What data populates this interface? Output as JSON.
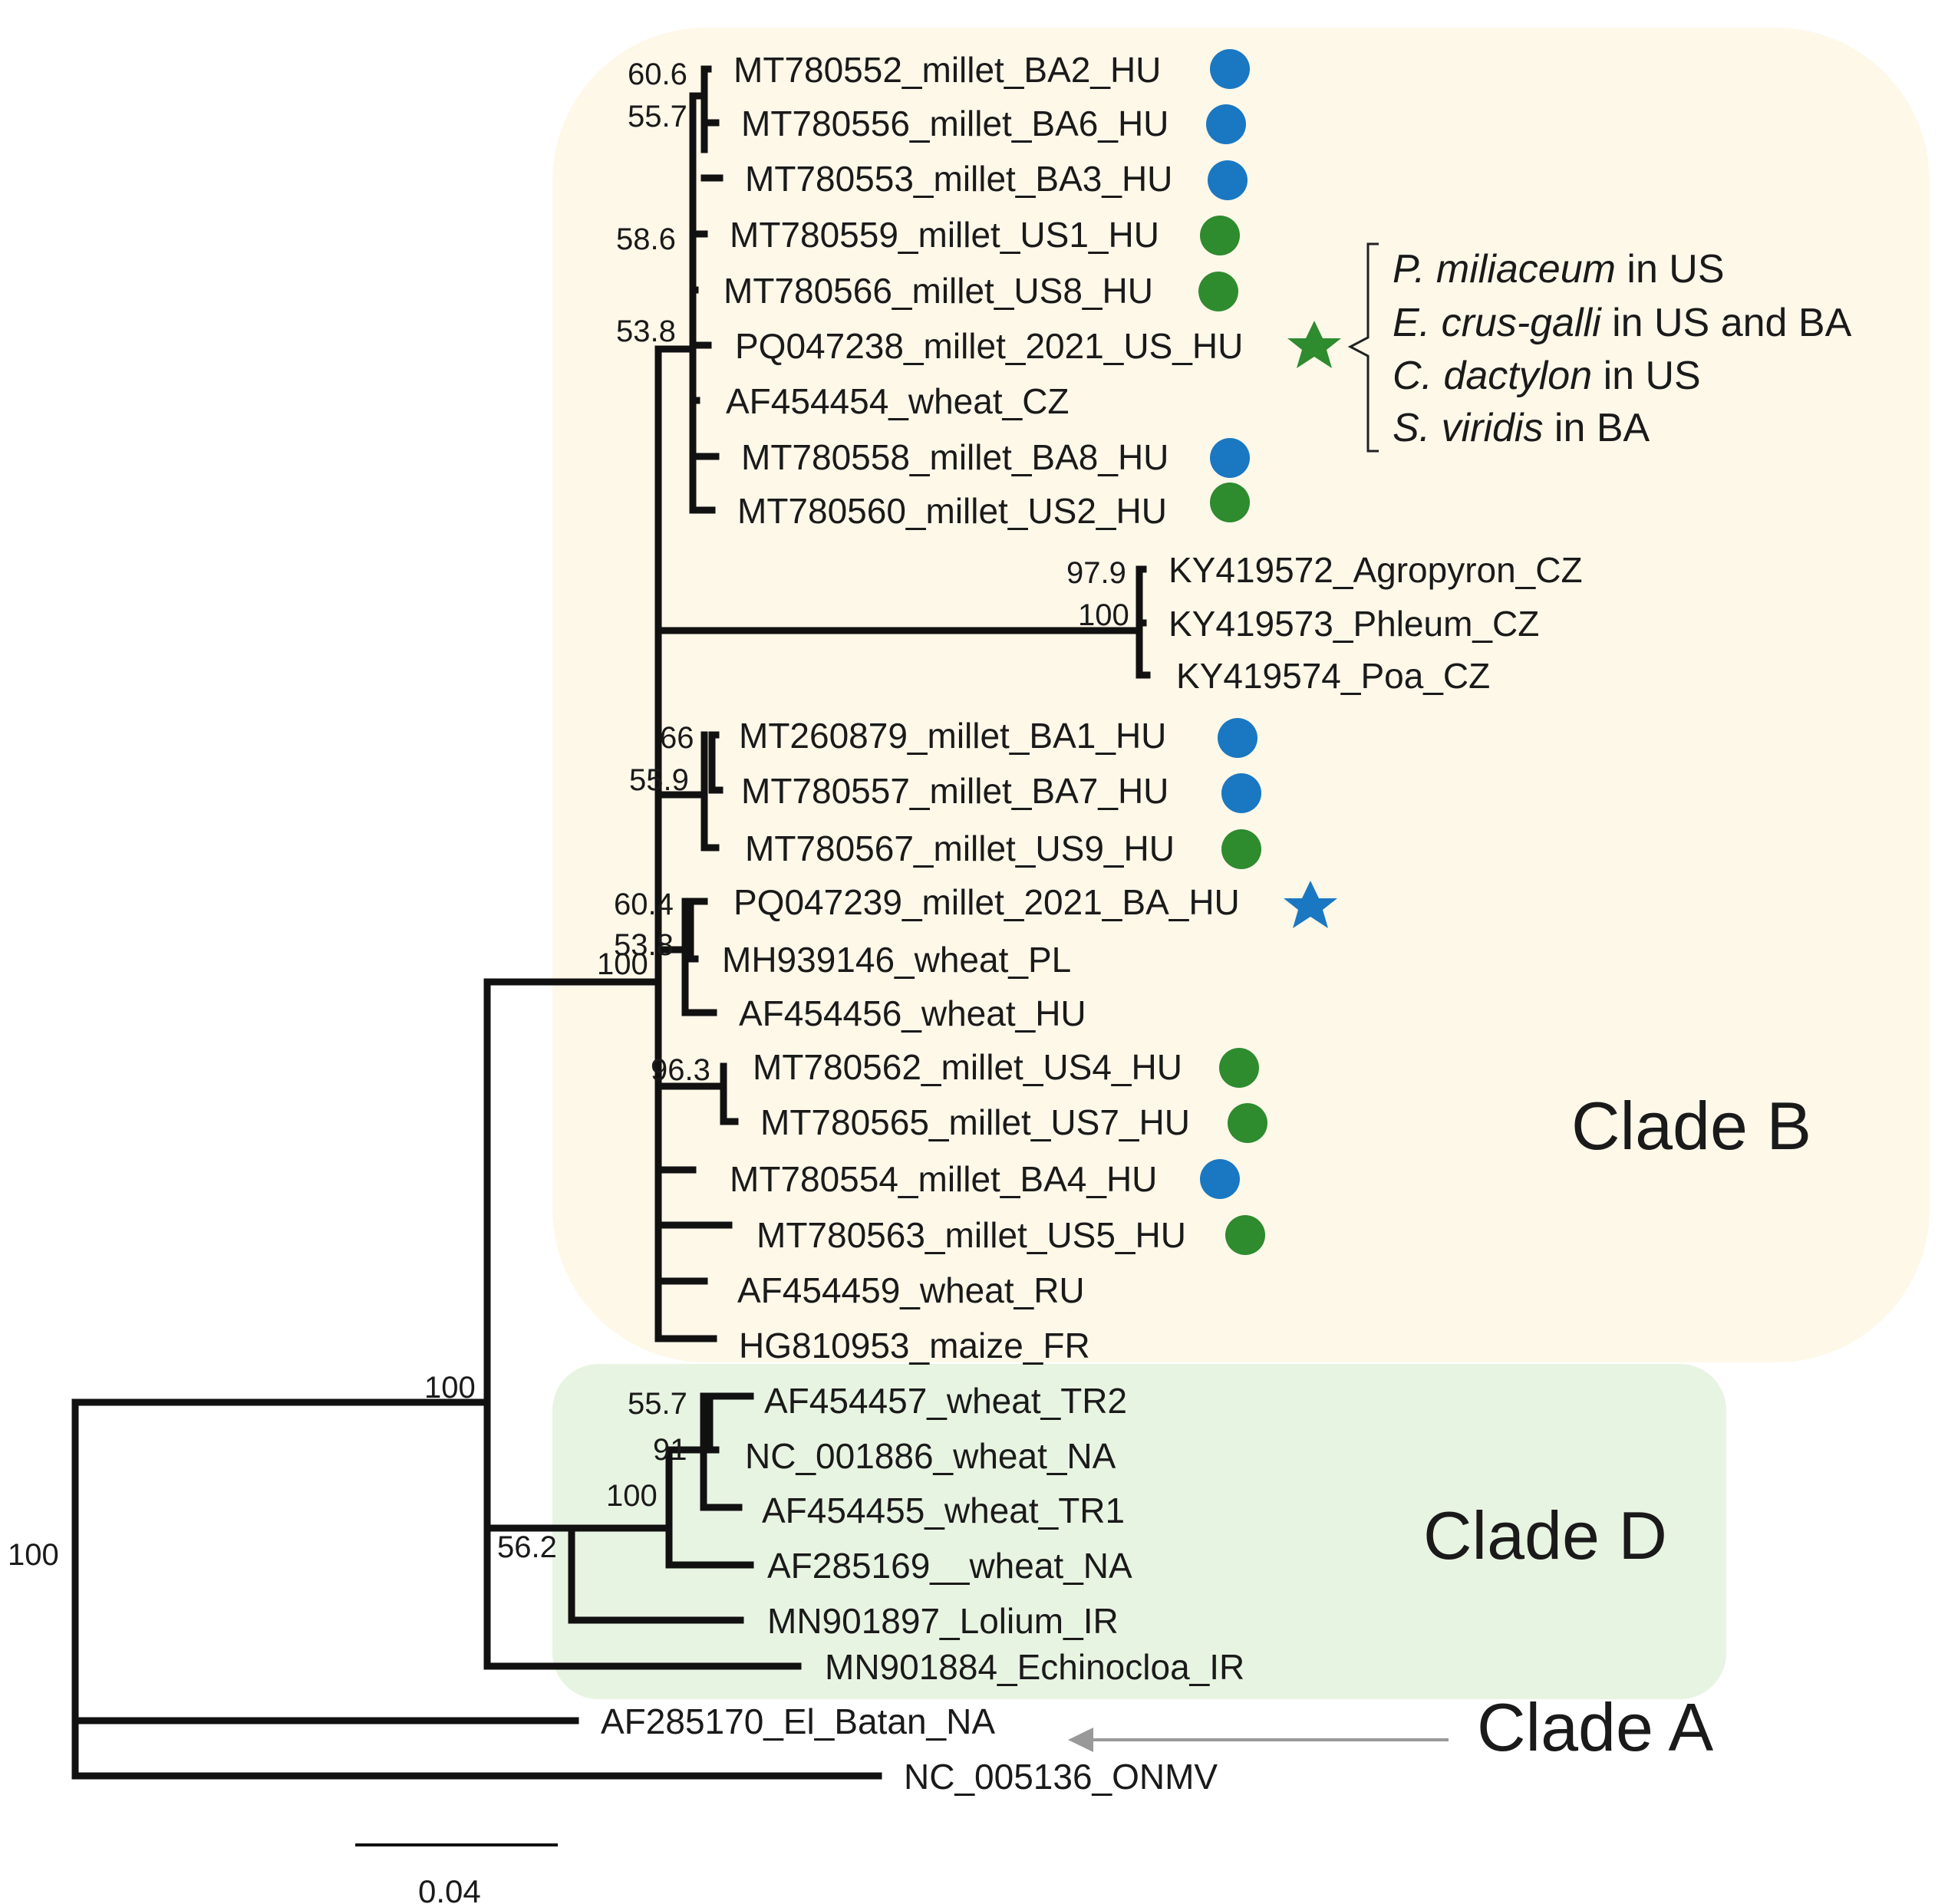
{
  "clades": {
    "clade_b": "Clade B",
    "clade_d": "Clade D",
    "clade_a": "Clade A"
  },
  "colors": {
    "clade_b_bg": "#fef8e9",
    "clade_d_bg": "#e8f4e2",
    "blue_marker": "#1a78c2",
    "green_marker": "#2e8b2e",
    "arrow": "#999999"
  },
  "tips": {
    "t01": "MT780552_millet_BA2_HU",
    "t02": "MT780556_millet_BA6_HU",
    "t03": "MT780553_millet_BA3_HU",
    "t04": "MT780559_millet_US1_HU",
    "t05": "MT780566_millet_US8_HU",
    "t06": "PQ047238_millet_2021_US_HU",
    "t07": "AF454454_wheat_CZ",
    "t08": "MT780558_millet_BA8_HU",
    "t09": "MT780560_millet_US2_HU",
    "t10": "KY419572_Agropyron_CZ",
    "t11": "KY419573_Phleum_CZ",
    "t12": "KY419574_Poa_CZ",
    "t13": "MT260879_millet_BA1_HU",
    "t14": "MT780557_millet_BA7_HU",
    "t15": "MT780567_millet_US9_HU",
    "t16": "PQ047239_millet_2021_BA_HU",
    "t17": "MH939146_wheat_PL",
    "t18": "AF454456_wheat_HU",
    "t19": "MT780562_millet_US4_HU",
    "t20": "MT780565_millet_US7_HU",
    "t21": "MT780554_millet_BA4_HU",
    "t22": "MT780563_millet_US5_HU",
    "t23": "AF454459_wheat_RU",
    "t24": "HG810953_maize_FR",
    "t25": "AF454457_wheat_TR2",
    "t26": "NC_001886_wheat_NA",
    "t27": "AF454455_wheat_TR1",
    "t28": "AF285169__wheat_NA",
    "t29": "MN901897_Lolium_IR",
    "t30": "MN901884_Echinocloa_IR",
    "t31": "AF285170_El_Batan_NA",
    "t32": "NC_005136_ONMV"
  },
  "support": {
    "s01": "60.6",
    "s02": "55.7",
    "s03": "58.6",
    "s04": "53.8",
    "s05": "97.9",
    "s06": "100",
    "s07": "66",
    "s08": "55.9",
    "s09": "60.4",
    "s10": "53.8",
    "s11": "100",
    "s12": "96.3",
    "s13": "100",
    "s14": "55.7",
    "s15": "91",
    "s16": "100",
    "s17": "56.2",
    "s18": "100"
  },
  "annotation": {
    "line1_species": "P. miliaceum",
    "line1_rest": " in US",
    "line2_species": "E. crus-galli",
    "line2_rest": " in US and BA",
    "line3_species": "C. dactylon",
    "line3_rest": " in US",
    "line4_species": "S. viridis",
    "line4_rest": " in BA"
  },
  "scale_bar": {
    "label": "0.04"
  },
  "markers": {
    "blue": [
      "t01",
      "t02",
      "t03",
      "t08",
      "t13",
      "t14",
      "t21"
    ],
    "green": [
      "t04",
      "t05",
      "t09",
      "t15",
      "t19",
      "t20",
      "t22"
    ],
    "stars": {
      "t06": "green",
      "t16": "blue"
    }
  }
}
